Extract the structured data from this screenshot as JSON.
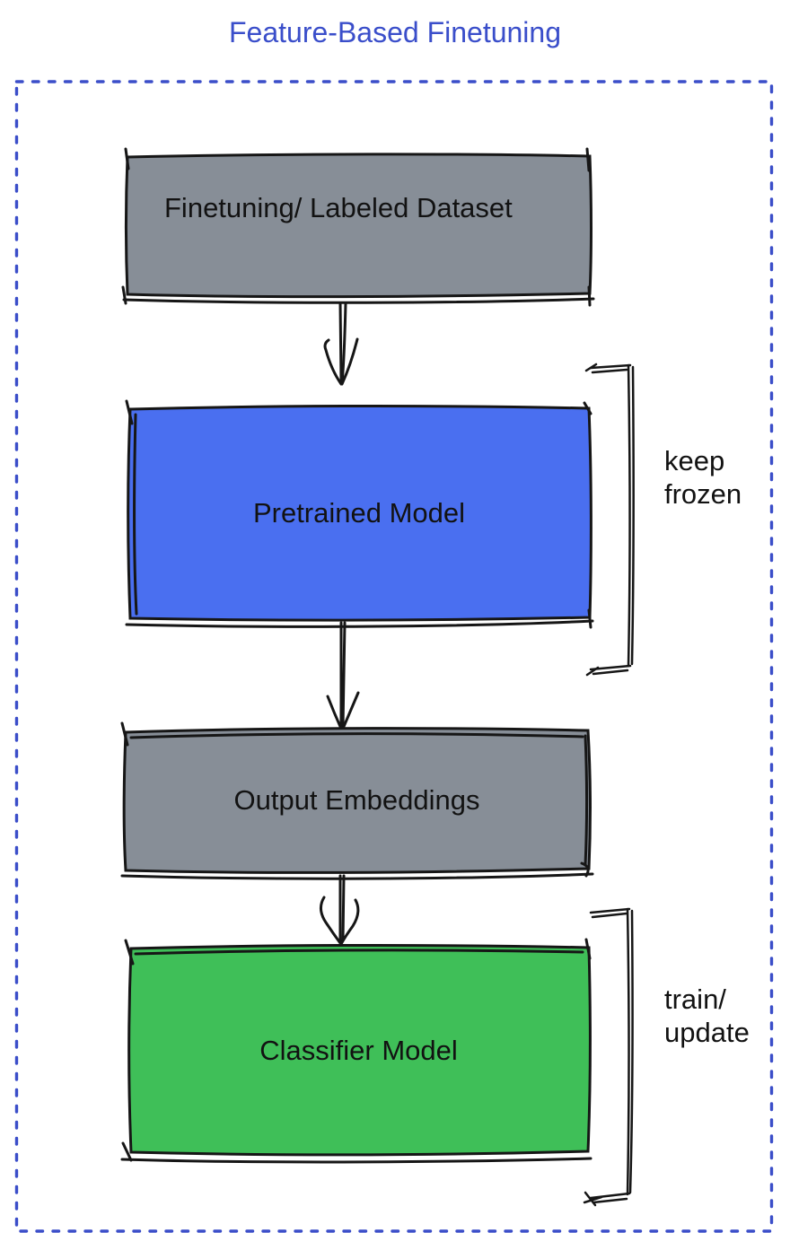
{
  "title": {
    "text": "Feature-Based Finetuning"
  },
  "colors": {
    "title_blue": "#3A4ECA",
    "frame_blue": "#3B4EC9",
    "box_gray": "#878E97",
    "box_blue": "#4A6FF0",
    "box_green": "#3FBF58",
    "ink": "#161616"
  },
  "nodes": [
    {
      "id": "finetuning-dataset",
      "label": "Finetuning/ Labeled Dataset"
    },
    {
      "id": "pretrained-model",
      "label": "Pretrained Model"
    },
    {
      "id": "output-embeddings",
      "label": "Output Embeddings"
    },
    {
      "id": "classifier-model",
      "label": "Classifier Model"
    }
  ],
  "annotations": [
    {
      "id": "keep-frozen",
      "text": "keep\nfrozen"
    },
    {
      "id": "train-update",
      "text": "train/\nupdate"
    }
  ]
}
